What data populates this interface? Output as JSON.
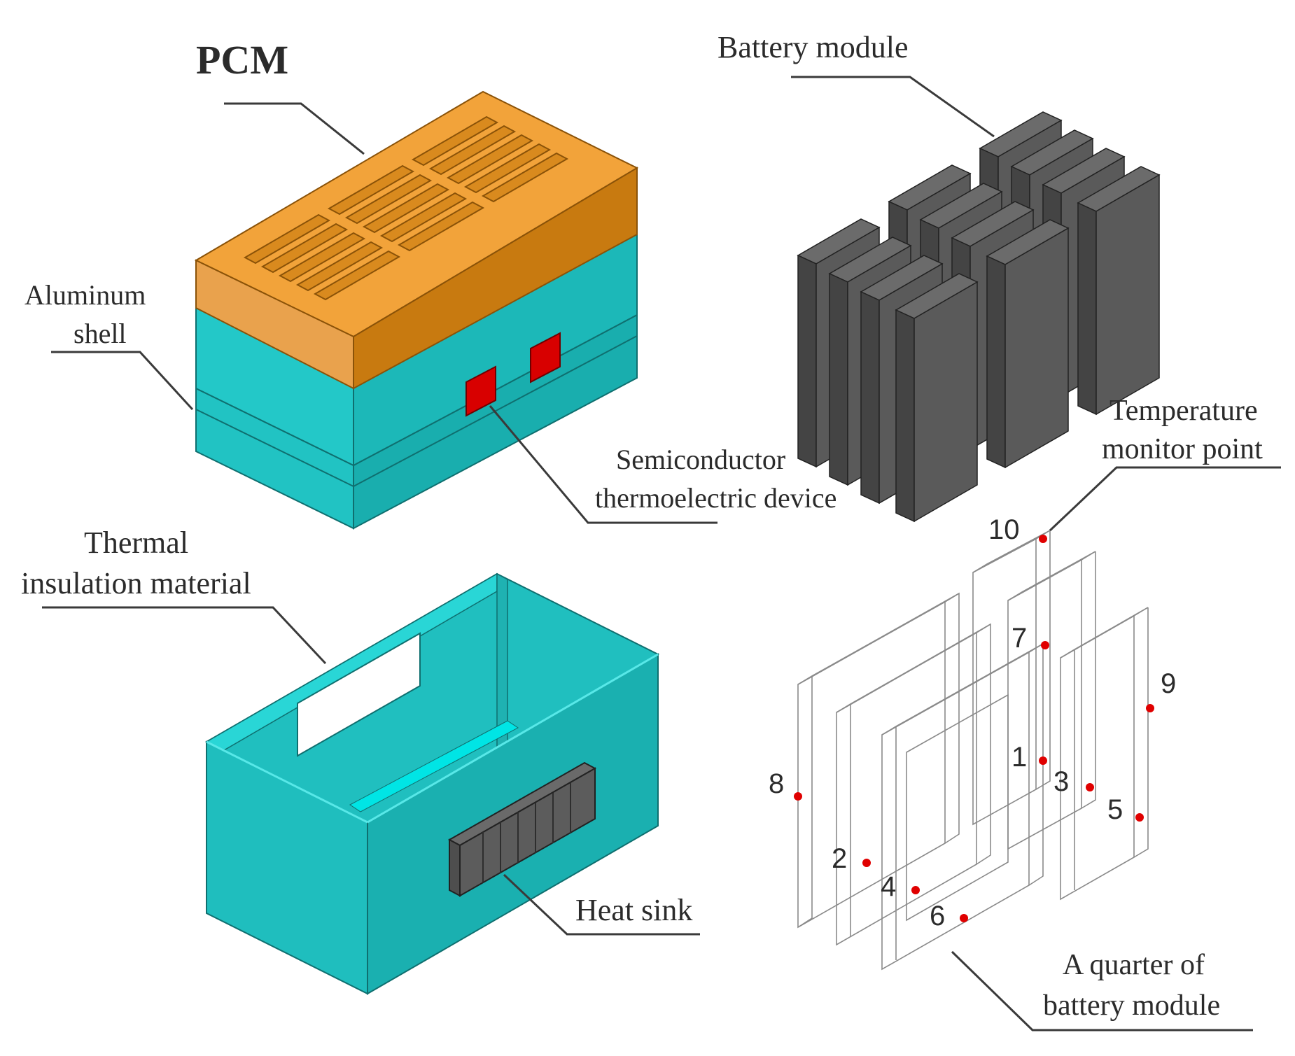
{
  "labels": {
    "pcm": "PCM",
    "aluminum_shell_line1": "Aluminum",
    "aluminum_shell_line2": "shell",
    "semiconductor_line1": "Semiconductor",
    "semiconductor_line2": "thermoelectric device",
    "thermal_line1": "Thermal",
    "thermal_line2": "insulation material",
    "heat_sink": "Heat sink",
    "battery_module": "Battery module",
    "temp_monitor_line1": "Temperature",
    "temp_monitor_line2": "monitor point",
    "quarter_line1": "A quarter of",
    "quarter_line2": "battery module"
  },
  "monitor_points": [
    "1",
    "2",
    "3",
    "4",
    "5",
    "6",
    "7",
    "8",
    "9",
    "10"
  ],
  "colors": {
    "pcm_top": "#F2A33A",
    "pcm_front": "#E8A04A",
    "pcm_side": "#C77A12",
    "aluminum_front": "#23C2C2",
    "aluminum_side": "#1AA8A8",
    "battery_face": "#5A5A5A",
    "battery_side": "#444444",
    "thermoelectric": "#D80000",
    "monitor_dot": "#E00000"
  }
}
